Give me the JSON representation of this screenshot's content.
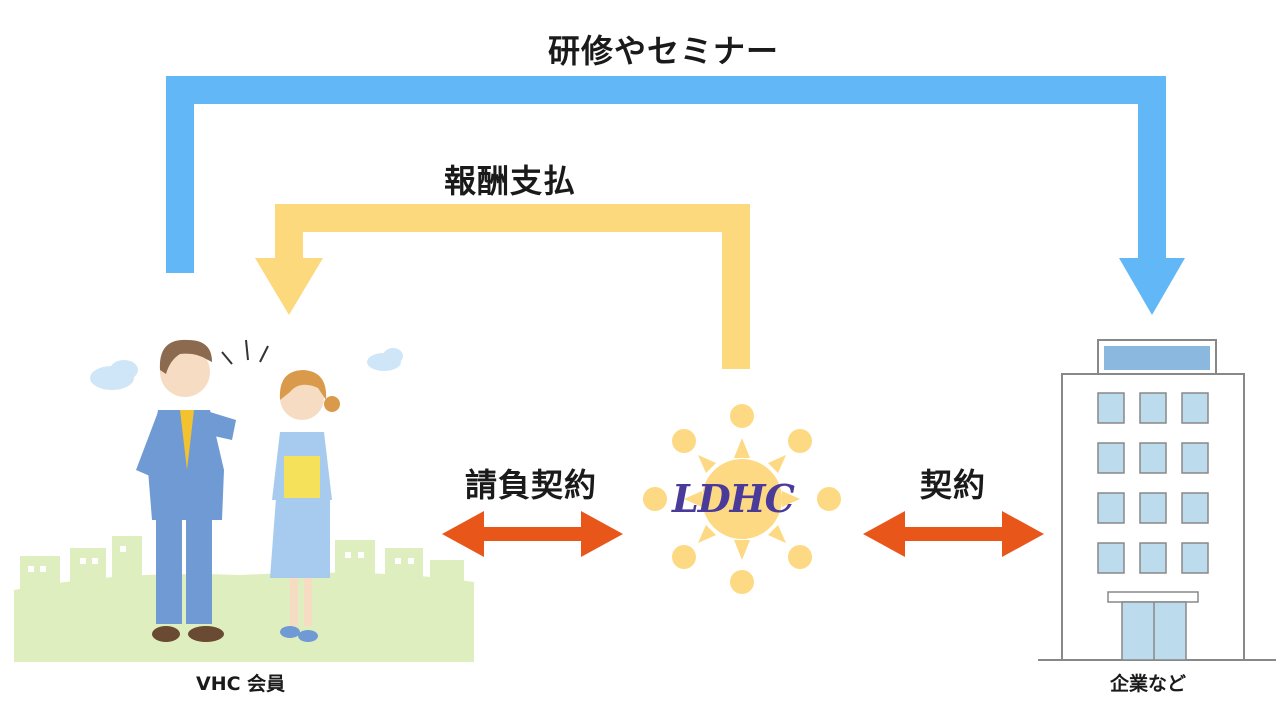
{
  "labels": {
    "training": "研修やセミナー",
    "payment": "報酬支払",
    "subcontract": "請負契約",
    "contract": "契約",
    "members": "VHC 会員",
    "companies": "企業など"
  },
  "logo": {
    "text": "LDHC"
  },
  "colors": {
    "training_arrow": "#62b8f6",
    "payment_arrow": "#fdd97e",
    "contract_arrow": "#e8561a",
    "logo_sun": "#fcd982",
    "logo_text": "#4a3a9a",
    "ground": "#dfeebf",
    "building_window": "#bcdced"
  },
  "icons": {
    "members_illustration": "business-people-illustration",
    "company_illustration": "office-building-illustration",
    "center_logo": "sun-logo"
  }
}
